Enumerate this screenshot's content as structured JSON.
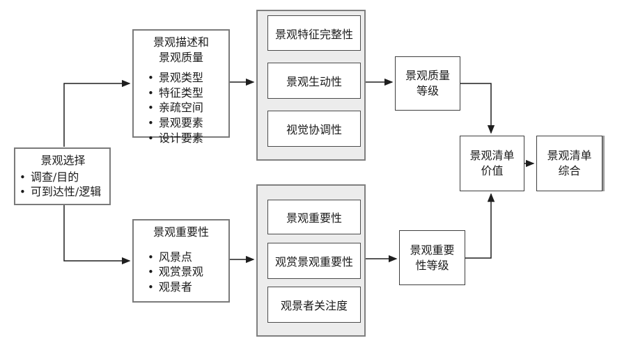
{
  "diagram": {
    "selection_box": {
      "title": "景观选择",
      "bullets": [
        "调查/目的",
        "可到达性/逻辑"
      ]
    },
    "description_box": {
      "title": "景观描述和\n景观质量",
      "bullets": [
        "景观类型",
        "特征类型",
        "亲疏空间",
        "景观要素",
        "设计要素"
      ]
    },
    "quality_group": {
      "items": [
        "景观特征完整性",
        "景观生动性",
        "视觉协调性"
      ]
    },
    "quality_grade_box": {
      "label": "景观质量\n等级"
    },
    "importance_box": {
      "title": "景观重要性",
      "bullets": [
        "风景点",
        "观赏景观",
        "观景者"
      ]
    },
    "importance_group": {
      "items": [
        "景观重要性",
        "观赏景观重要性",
        "观景者关注度"
      ]
    },
    "importance_grade_box": {
      "label": "景观重要\n性等级"
    },
    "inventory_value_box": {
      "label": "景观清单\n价值"
    },
    "inventory_composite_box": {
      "label": "景观清单\n综合"
    },
    "colors": {
      "group_fill": "#ececec",
      "box_border": "#7a7a7a",
      "line": "#1f1f1f"
    }
  }
}
